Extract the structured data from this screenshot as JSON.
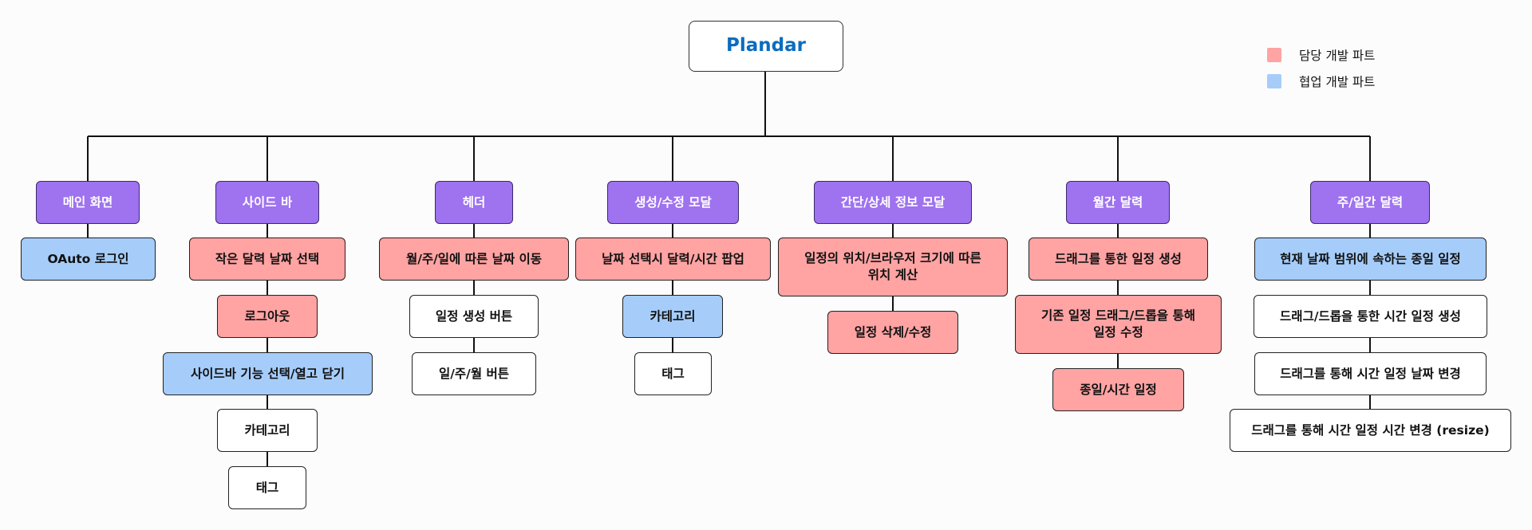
{
  "title": "Plandar",
  "legend": [
    {
      "label": "담당 개발 파트",
      "color": "#ffa3a3"
    },
    {
      "label": "협업 개발 파트",
      "color": "#a6cdfa"
    }
  ],
  "columns": [
    {
      "label": "메인 화면",
      "items": [
        {
          "label": "OAuto  로그인",
          "type": "collab"
        }
      ]
    },
    {
      "label": "사이드 바",
      "items": [
        {
          "label": "작은 달력 날짜 선택",
          "type": "own"
        },
        {
          "label": "로그아웃",
          "type": "own"
        },
        {
          "label": "사이드바  기능 선택/열고 닫기",
          "type": "collab"
        },
        {
          "label": "카테고리",
          "type": "plain"
        },
        {
          "label": "태그",
          "type": "plain"
        }
      ]
    },
    {
      "label": "헤더",
      "items": [
        {
          "label": "월/주/일에 따른 날짜 이동",
          "type": "own"
        },
        {
          "label": "일정 생성 버튼",
          "type": "plain"
        },
        {
          "label": "일/주/월 버튼",
          "type": "plain"
        }
      ]
    },
    {
      "label": "생성/수정 모달",
      "items": [
        {
          "label": "날짜 선택시 달력/시간 팝업",
          "type": "own"
        },
        {
          "label": "카테고리",
          "type": "collab"
        },
        {
          "label": "태그",
          "type": "plain"
        }
      ]
    },
    {
      "label": "간단/상세 정보 모달",
      "items": [
        {
          "label": "일정의 위치/브라우저 크기에 따른\n위치 계산",
          "type": "own"
        },
        {
          "label": "일정 삭제/수정",
          "type": "own"
        }
      ]
    },
    {
      "label": "월간 달력",
      "items": [
        {
          "label": "드래그를 통한 일정 생성",
          "type": "own"
        },
        {
          "label": "기존 일정 드래그/드롭을 통해\n일정 수정",
          "type": "own"
        },
        {
          "label": "종일/시간 일정",
          "type": "own"
        }
      ]
    },
    {
      "label": "주/일간 달력",
      "items": [
        {
          "label": "현재 날짜 범위에 속하는 종일 일정",
          "type": "collab"
        },
        {
          "label": "드래그/드롭을 통한 시간 일정 생성",
          "type": "plain"
        },
        {
          "label": "드래그를 통해 시간 일정 날짜 변경",
          "type": "plain"
        },
        {
          "label": "드래그를 통해 시간 일정 시간 변경 (resize)",
          "type": "plain"
        }
      ]
    }
  ]
}
